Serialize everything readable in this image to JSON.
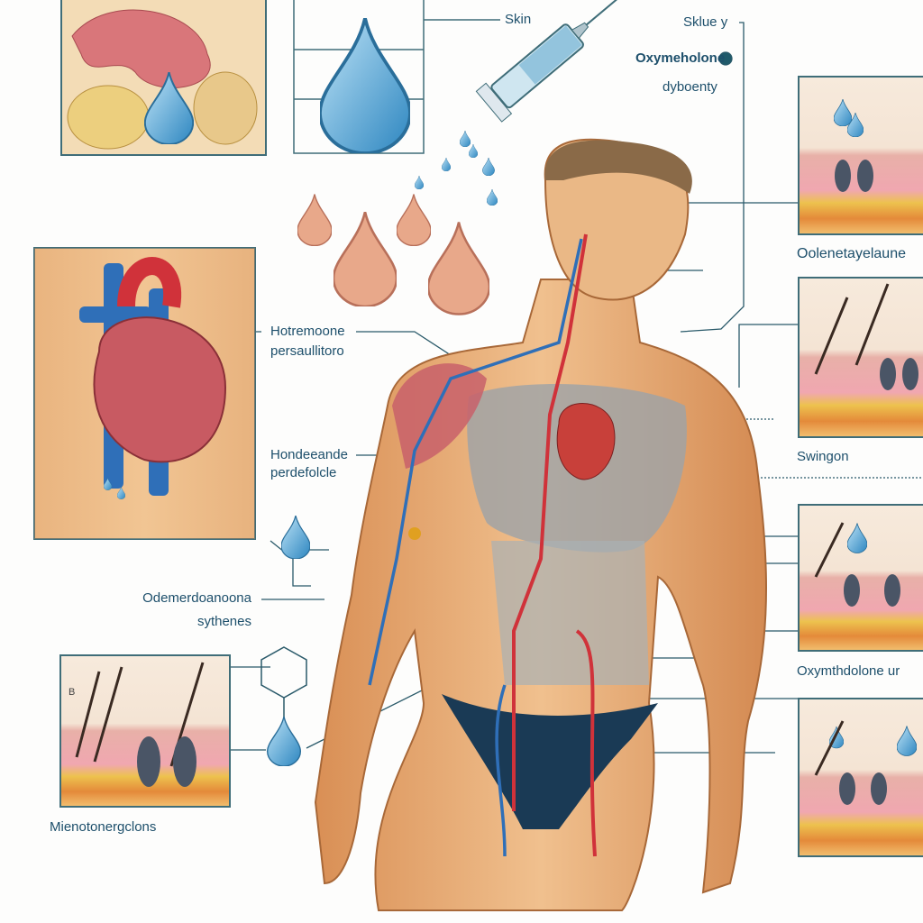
{
  "labels": {
    "skin": "Skin",
    "sklue": "Sklue y",
    "oxymeholone": "Oxymeholone",
    "dyboenty": "dyboenty",
    "hotremoone_1": "Hotremoone",
    "hotremoone_2": "persaullitoro",
    "hondeeande_1": "Hondeeande",
    "hondeeande_2": "perdefolcle",
    "odemerdoanoona_1": "Odemerdoanoona",
    "odemerdoanoona_2": "sythenes",
    "mienotonergclons": "Mienotonergclons",
    "oolenetayelaune": "Oolenetayelaune",
    "swingon": "Swingon",
    "oxymthdolone": "Oxymthdolone ur",
    "panel_letter": "B"
  },
  "colors": {
    "label_text": "#1d4f6b",
    "leader_line": "#2a5a6a",
    "water_drop": "#4a9fd0",
    "artery": "#d0323a",
    "vein": "#2f6fb8",
    "skin_tone": "#e2a36e"
  }
}
